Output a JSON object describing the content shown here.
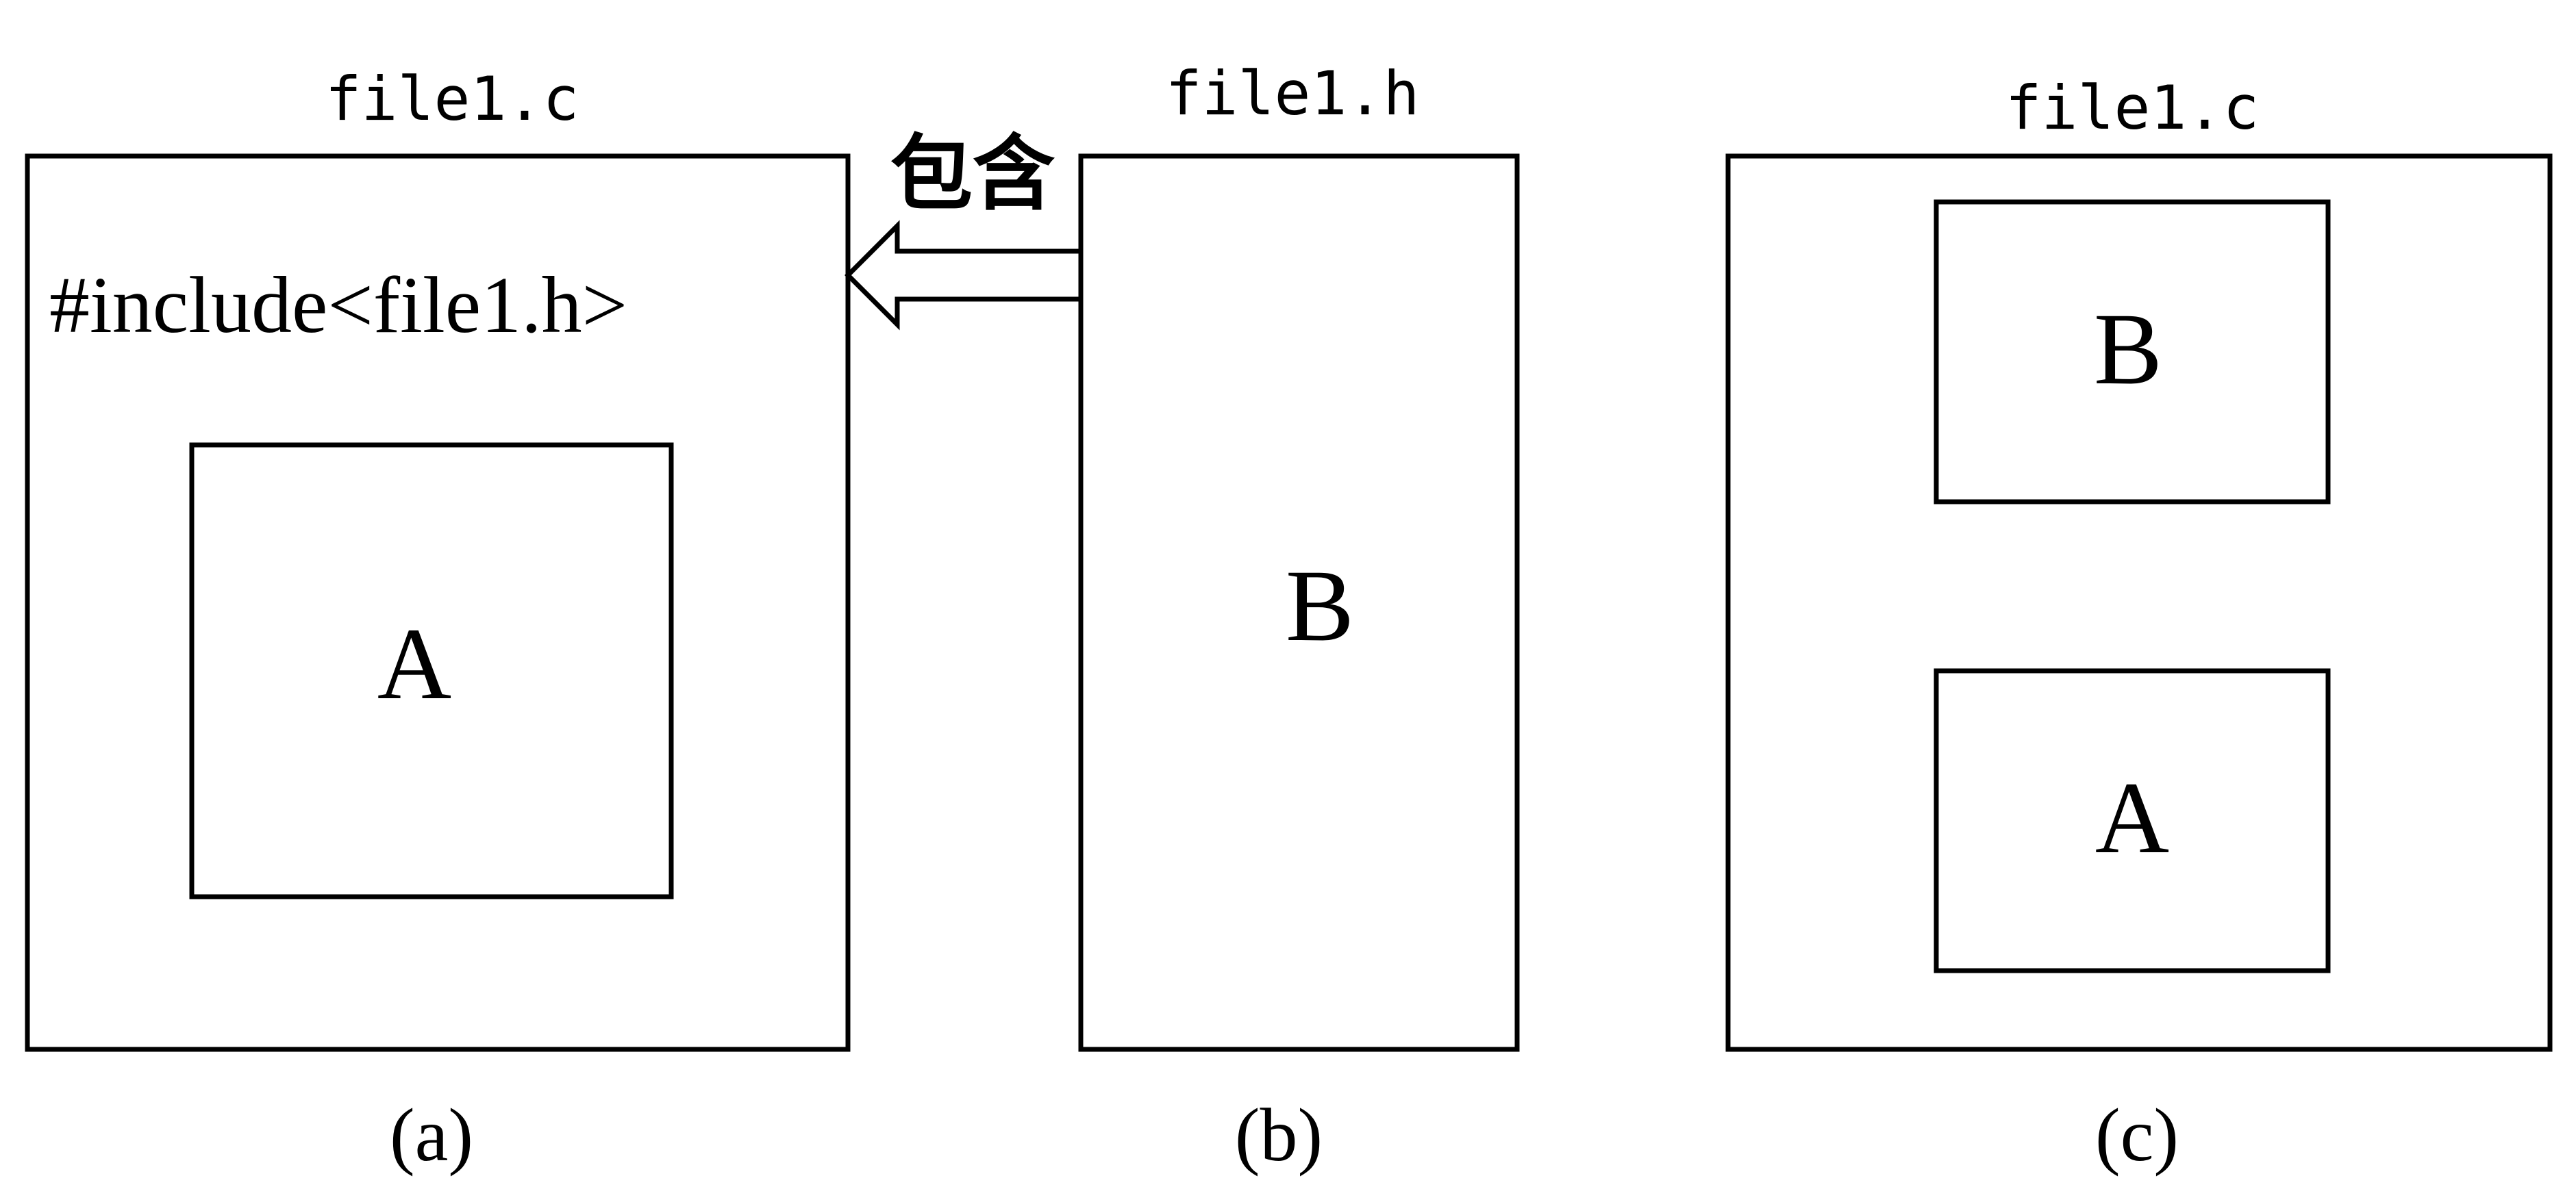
{
  "panels": {
    "a": {
      "title": "file1.c",
      "include_text": "#include<file1.h>",
      "inner_label": "A",
      "caption": "(a)"
    },
    "b": {
      "title": "file1.h",
      "inner_label": "B",
      "caption": "(b)"
    },
    "c": {
      "title": "file1.c",
      "top_label": "B",
      "bottom_label": "A",
      "caption": "(c)"
    }
  },
  "arrow": {
    "label": "包含"
  }
}
